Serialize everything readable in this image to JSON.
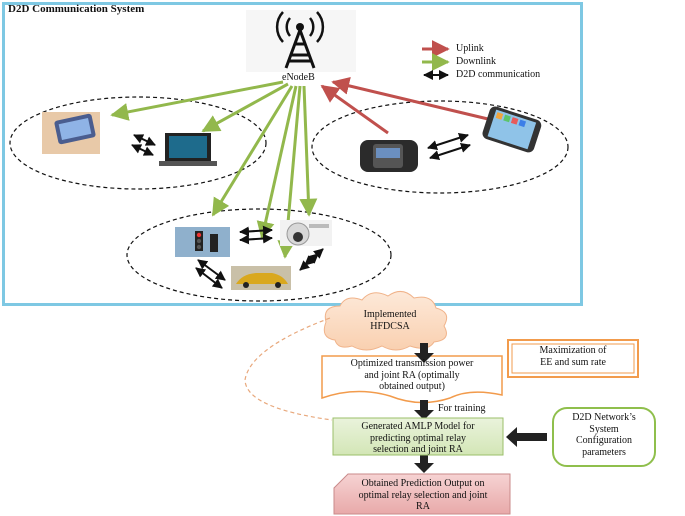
{
  "system": {
    "title": "D2D Communication System",
    "enodeb_label": "eNodeB"
  },
  "legend": {
    "uplink": "Uplink",
    "downlink": "Downlink",
    "d2d": "D2D communication",
    "colors": {
      "uplink": "#c0504d",
      "downlink": "#92b84c",
      "d2d": "#111111"
    }
  },
  "flow": {
    "implemented": [
      "Implemented",
      "HFDCSA"
    ],
    "optimized": [
      "Optimized transmission power",
      "and joint RA (optimally",
      "obtained output)"
    ],
    "maximization": [
      "Maximization of",
      "EE and sum rate"
    ],
    "for_training": "For training",
    "amlp": [
      "Generated AMLP Model for",
      "predicting optimal relay",
      "selection and joint RA"
    ],
    "config": [
      "D2D Network’s",
      "System",
      "Configuration",
      "parameters"
    ],
    "output": [
      "Obtained Prediction Output on",
      "optimal relay selection and joint",
      "RA"
    ]
  },
  "devices": {
    "cluster_left": [
      "smartphone-in-hand",
      "laptop"
    ],
    "cluster_right": [
      "smartwatch",
      "smartphone"
    ],
    "cluster_bottom": [
      "traffic-light",
      "security-camera",
      "car"
    ]
  }
}
